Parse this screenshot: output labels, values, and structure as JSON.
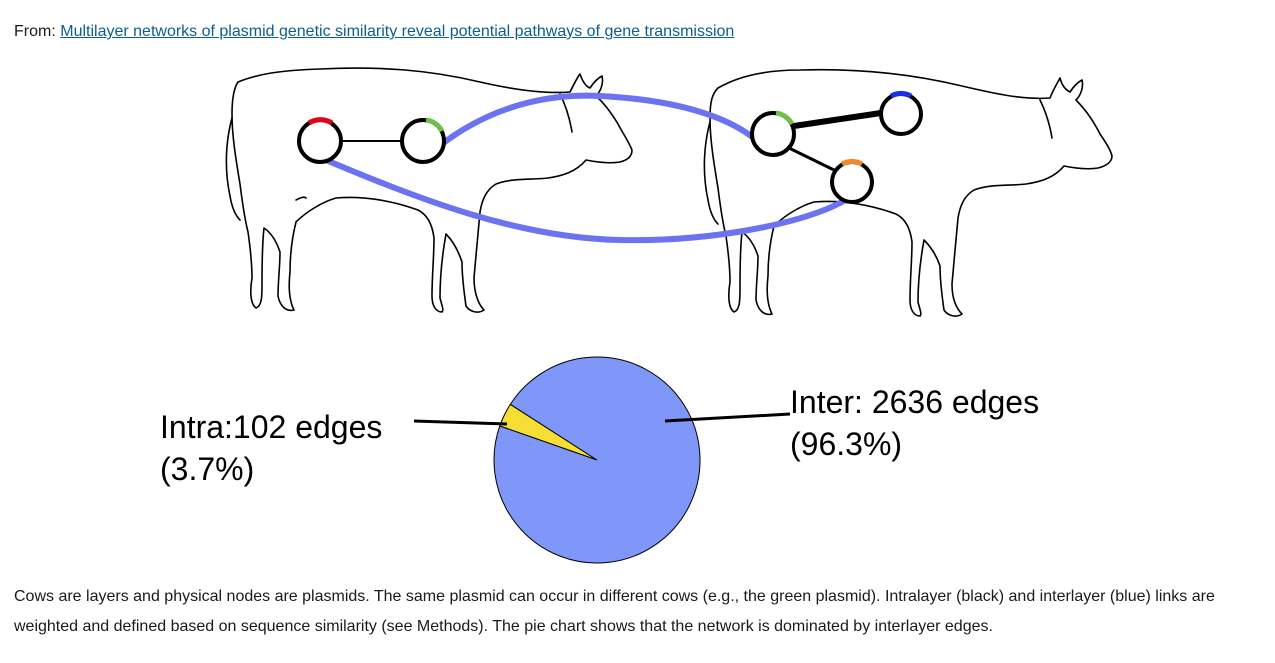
{
  "source": {
    "prefix": "From:",
    "link_text": "Multilayer networks of plasmid genetic similarity reveal potential pathways of gene transmission"
  },
  "figure": {
    "colors": {
      "intralayer_link": "#000000",
      "interlayer_link": "#6b73f0",
      "plasmid_red": "#e3001b",
      "plasmid_green": "#6fbf4a",
      "plasmid_blue": "#1a2fe6",
      "plasmid_orange": "#f08a2c"
    },
    "icons": [
      "cow-outline-left",
      "cow-outline-right",
      "plasmid-circle"
    ]
  },
  "chart_data": {
    "type": "pie",
    "slices": [
      {
        "name": "Intra",
        "value": 102,
        "percent": 3.7,
        "color": "#f7de37"
      },
      {
        "name": "Inter",
        "value": 2636,
        "percent": 96.3,
        "color": "#7f97f8"
      }
    ],
    "labels": {
      "intra_line1": "Intra:102 edges",
      "intra_line2": "(3.7%)",
      "inter_line1": "Inter: 2636 edges",
      "inter_line2": "(96.3%)"
    }
  },
  "caption": "Cows are layers and physical nodes are plasmids. The same plasmid can occur in different cows (e.g., the green plasmid). Intralayer (black) and interlayer (blue) links are weighted and defined based on sequence similarity (see Methods). The pie chart shows that the network is dominated by interlayer edges."
}
